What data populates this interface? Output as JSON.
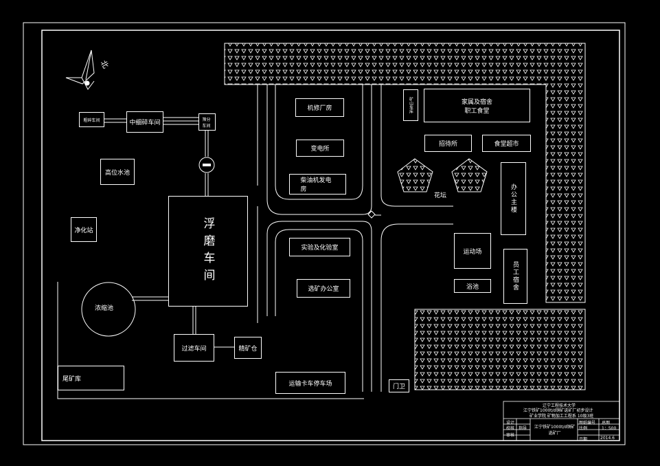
{
  "north_label": "北",
  "buildings": {
    "coarse_crush": "粗碎车间",
    "mid_fine_crush": "中细碎车间",
    "screening": "筛分车间",
    "high_water_tank": "高位水池",
    "purify_station": "净化站",
    "flotation": "浮磨车间",
    "thickener": "浓缩池",
    "filter": "过滤车间",
    "concentrate_bin": "精矿仓",
    "tailings": "尾矿库",
    "truck_parking": "运输卡车停车场",
    "repair_shop": "机修厂房",
    "substation": "变电所",
    "diesel_gen": "柴油机发电房",
    "lab": "实验及化验室",
    "office_sel": "选矿办公室",
    "mine_small": "矿山车库",
    "dorm_cafeteria": "家属及宿舍\n职工食堂",
    "guesthouse": "招待所",
    "canteen": "食堂超市",
    "garden": "花坛",
    "office_main": "办公主楼",
    "sports": "运动场",
    "bath": "浴池",
    "staff_dorm": "员工宿舍",
    "gate": "门卫"
  },
  "title_block": {
    "school": "辽宁工程技术大学",
    "project_line1": "江宁铁矿1000t/d铜矿选矿厂初步设计",
    "project_line2": "矿业学院 矿物加工工程系 10级3班",
    "design": "设计",
    "check": "校核",
    "review": "审核",
    "drawing": "指导",
    "name_center": "江宁铁矿1000t/d铜矿\n选矿厂",
    "sheet_no": "图纸编号",
    "total": "总图",
    "scale_label": "比例",
    "scale_value": "1：500",
    "date_label": "日期",
    "date_value": "2014.6"
  }
}
